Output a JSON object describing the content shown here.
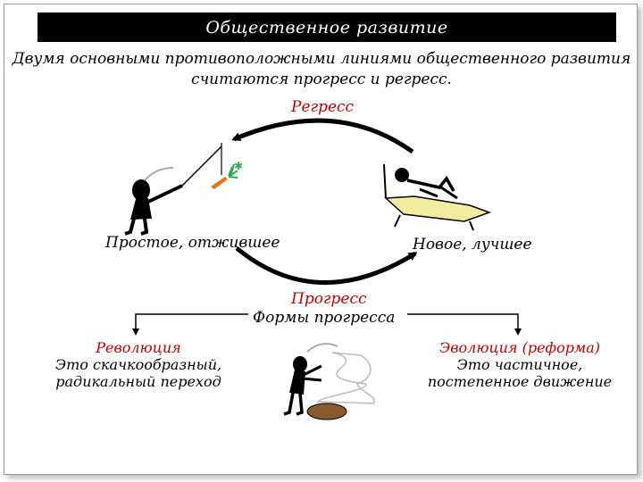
{
  "header": {
    "title": "Общественное развитие"
  },
  "intro": {
    "line1": "Двумя основными противоположными линиями общественного развития",
    "line2": "считаются прогресс и регресс."
  },
  "cycle": {
    "top_label": "Регресс",
    "left_label": "Простое, отжившее",
    "right_label": "Новое, лучшее",
    "bottom_label": "Прогресс"
  },
  "forms": {
    "title": "Формы прогресса",
    "left": {
      "name": "Революция",
      "desc1": "Это скачкообразный,",
      "desc2": "радикальный переход"
    },
    "right": {
      "name": "Эволюция (реформа)",
      "desc1": "Это частичное,",
      "desc2": "постепенное движение"
    }
  },
  "colors": {
    "accent_red": "#c00000",
    "title_bg": "#000000",
    "chair_yellow": "#f2eca0",
    "plant_green": "#2fa84f",
    "carrot_orange": "#e07a1a",
    "pot_brown": "#8a5a2b"
  }
}
